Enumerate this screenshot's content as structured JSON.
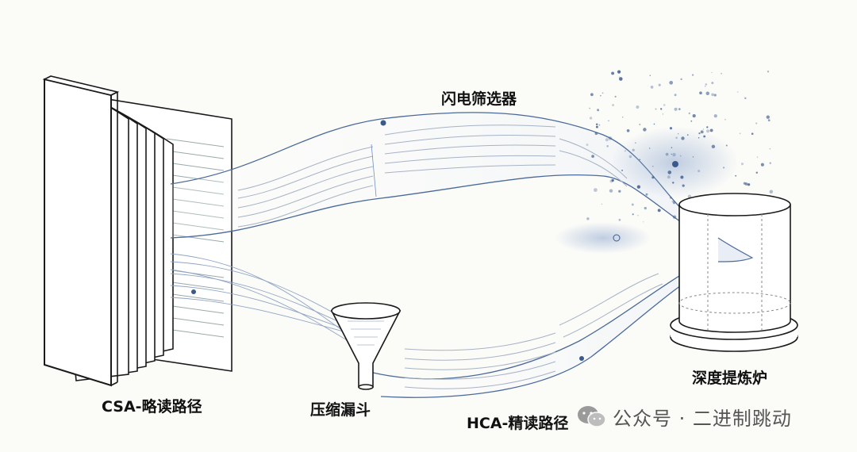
{
  "labels": {
    "flash_filter": "闪电筛选器",
    "csa_path": "CSA-略读路径",
    "compress_funnel": "压缩漏斗",
    "hca_path": "HCA-精读路径",
    "deep_furnace": "深度提炼炉"
  },
  "watermark": {
    "text": "公众号 · 二进制跳动",
    "icon": "wechat-icon"
  },
  "colors": {
    "ink": "#1a1a1a",
    "stream": "#4a6a9a",
    "accent": "#3a5a8c",
    "particle": "#6f8fbf"
  }
}
